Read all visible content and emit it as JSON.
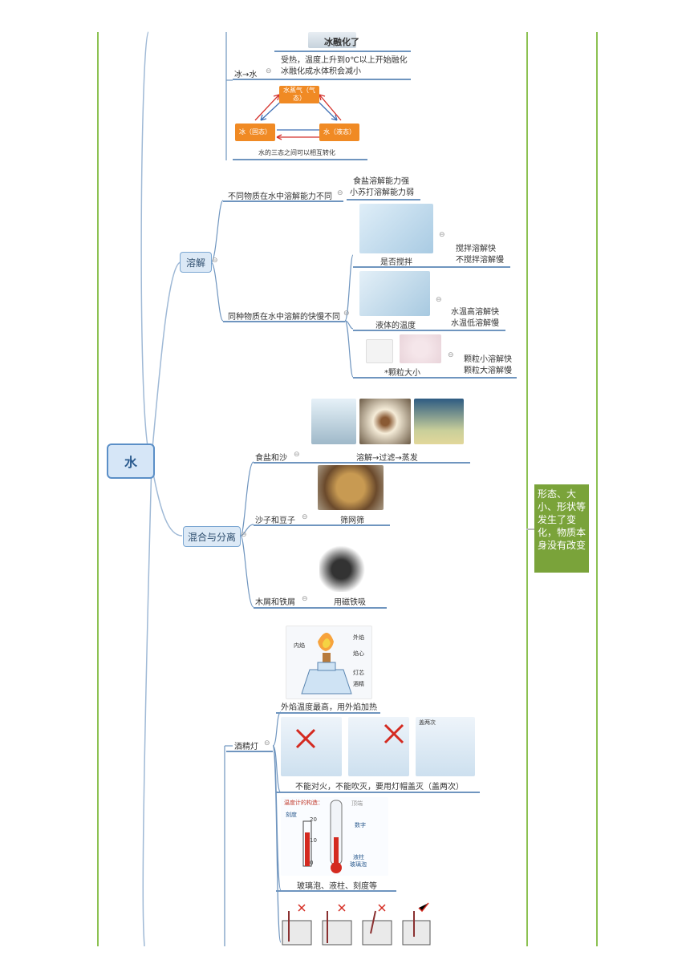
{
  "root": "水",
  "side_note": "形态、大小、形状等发生了变化，物质本身没有改变",
  "ice_section": {
    "caption_top": "冰融化了",
    "branch_label": "冰→水",
    "detail_line1": "受热，温度上升到0℃以上开始融化",
    "detail_line2": "冰融化成水体积会减小",
    "gas": "水蒸气（气态）",
    "solid": "冰（固态）",
    "liquid": "水（液态）",
    "cycle_caption": "水的三态之间可以相互转化"
  },
  "dissolve": {
    "label": "溶解",
    "diff_substances": "不同物质在水中溶解能力不同",
    "salt_strong": "食盐溶解能力强",
    "soda_weak": "小苏打溶解能力弱",
    "same_substance": "同种物质在水中溶解的快慢不同",
    "stir_caption": "是否搅拌",
    "stir_fast": "搅拌溶解快",
    "stir_slow": "不搅拌溶解慢",
    "temp_caption": "液体的温度",
    "temp_fast": "水温高溶解快",
    "temp_slow": "水温低溶解慢",
    "particle_caption": "*颗粒大小",
    "particle_fast": "颗粒小溶解快",
    "particle_slow": "颗粒大溶解慢"
  },
  "mixture": {
    "label": "混合与分离",
    "salt_sand": "食盐和沙",
    "salt_sand_method": "溶解→过滤→蒸发",
    "sand_beans": "沙子和豆子",
    "sand_beans_method": "筛网筛",
    "wood_iron": "木屑和铁屑",
    "wood_iron_method": "用磁铁吸"
  },
  "lamp": {
    "label": "酒精灯",
    "outer_flame": "外焰",
    "inner_flame": "内焰",
    "wick_core": "焰心",
    "wick": "灯芯",
    "alcohol": "酒精",
    "heat_caption": "外焰温度最高，用外焰加热",
    "cover_twice_tag": "盖两次",
    "safety_caption": "不能对火，不能吹灭，要用灯帽盖灭（盖两次）"
  },
  "thermometer": {
    "title": "温度计的构造：",
    "scale": "刻度",
    "digits": "数字",
    "liquid": "液柱",
    "bulb": "玻璃泡",
    "top": "顶端",
    "tick_20": "20",
    "tick_10": "10",
    "tick_0": "0",
    "caption": "玻璃泡、液柱、刻度等"
  },
  "collapse_symbol": "⊖",
  "colors": {
    "frame": "#8cc152",
    "node": "#dce9f6",
    "line": "#6f95bf",
    "note": "#7aa33a",
    "state": "#f08a24"
  }
}
